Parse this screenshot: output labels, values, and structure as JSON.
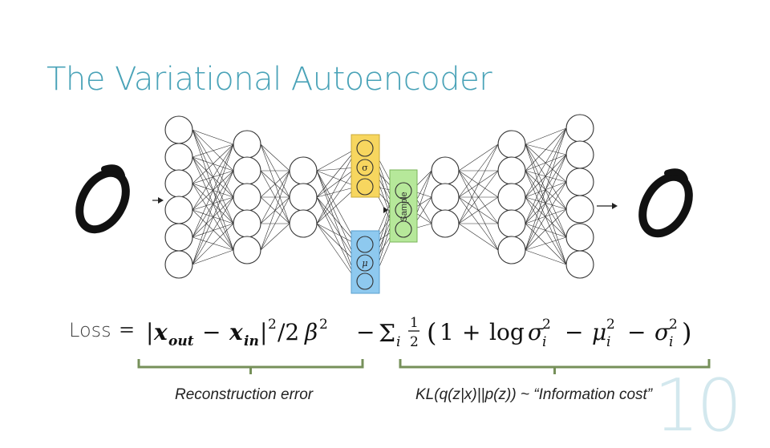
{
  "slide": {
    "title": "The Variational Autoencoder",
    "page_number": "10"
  },
  "diagram": {
    "input_digit": "0",
    "output_digit": "0",
    "sigma_symbol": "σ",
    "mu_symbol": "μ",
    "sample_label": "Sample",
    "sigma_color": "#f7d65f",
    "mu_color": "#8ec9ef",
    "sample_color": "#b6e89a"
  },
  "loss": {
    "label": "Loss",
    "equals": "=",
    "formula": "|x_out − x_in|²/2β² − Σ_i ½(1 + log σ_i² − μ_i² − σ_i²)",
    "reconstruction_label": "Reconstruction error",
    "kl_label": "KL(q(z|x)||p(z)) ~ “Information cost”",
    "brace_color": "#76905a"
  }
}
